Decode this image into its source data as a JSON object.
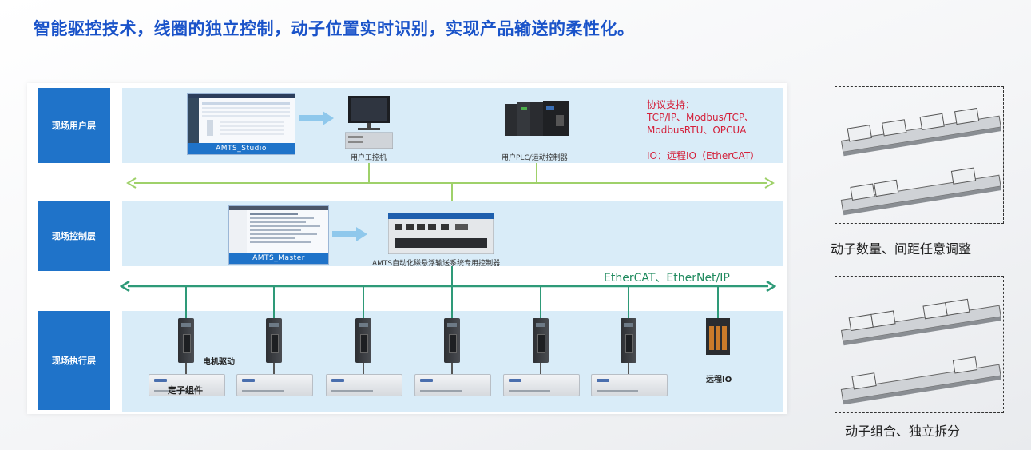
{
  "headline": "智能驱控技术，线圈的独立控制，动子位置实时识别，实现产品输送的柔性化。",
  "layers": {
    "user": "现场用户层",
    "control": "现场控制层",
    "exec": "现场执行层"
  },
  "user_layer": {
    "studio_label": "AMTS_Studio",
    "pc_label": "用户工控机",
    "plc_label": "用户PLC/运动控制器",
    "protocol_title": "协议支持：",
    "protocol_line1": "TCP/IP、Modbus/TCP、",
    "protocol_line2": "ModbusRTU、OPCUA",
    "io_line": "IO：远程IO（EtherCAT）"
  },
  "control_layer": {
    "master_label": "AMTS_Master",
    "controller_label": "AMTS自动化磁悬浮输送系统专用控制器"
  },
  "bus_label": "EtherCAT、EtherNet/IP",
  "exec_layer": {
    "drive_label": "电机驱动",
    "stator_label": "定子组件",
    "remote_io_label": "远程IO"
  },
  "side_panels": {
    "top_caption": "动子数量、间距任意调整",
    "bottom_caption": "动子组合、独立拆分"
  },
  "colors": {
    "headline": "#1a53c9",
    "layer_label_bg": "#1f73c9",
    "band_bg": "#d9ecf8",
    "green_line": "#9fd16a",
    "teal_line": "#2e9a78",
    "protocol_text": "#d4213b"
  }
}
